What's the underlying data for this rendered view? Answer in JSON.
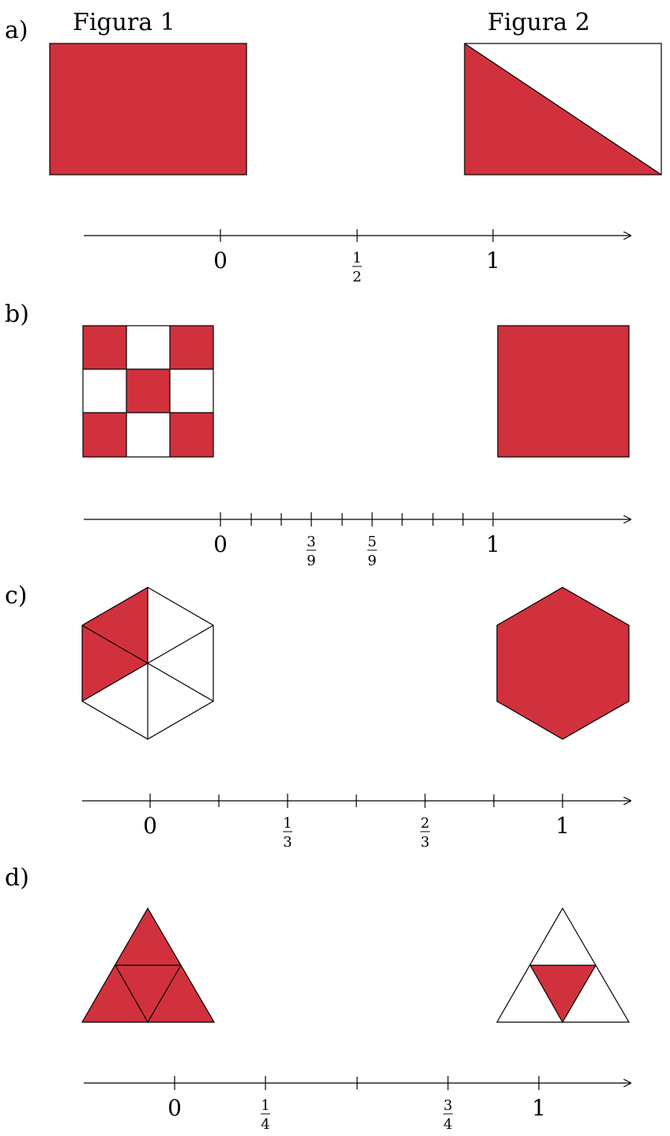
{
  "colors": {
    "fill": "#D1313D",
    "stroke": "#000000",
    "background": "#FFFFFF"
  },
  "parts": {
    "a": {
      "label": "a)",
      "figure1_title": "Figura 1",
      "figure2_title": "Figura 2",
      "tick_labels": {
        "zero": "0",
        "one": "1",
        "half_num": "1",
        "half_den": "2"
      }
    },
    "b": {
      "label": "b)",
      "tick_labels": {
        "zero": "0",
        "one": "1",
        "f39_num": "3",
        "f39_den": "9",
        "f59_num": "5",
        "f59_den": "9"
      }
    },
    "c": {
      "label": "c)",
      "tick_labels": {
        "zero": "0",
        "one": "1",
        "f13_num": "1",
        "f13_den": "3",
        "f23_num": "2",
        "f23_den": "3"
      }
    },
    "d": {
      "label": "d)",
      "tick_labels": {
        "zero": "0",
        "one": "1",
        "f14_num": "1",
        "f14_den": "4",
        "f34_num": "3",
        "f34_den": "4"
      }
    }
  }
}
